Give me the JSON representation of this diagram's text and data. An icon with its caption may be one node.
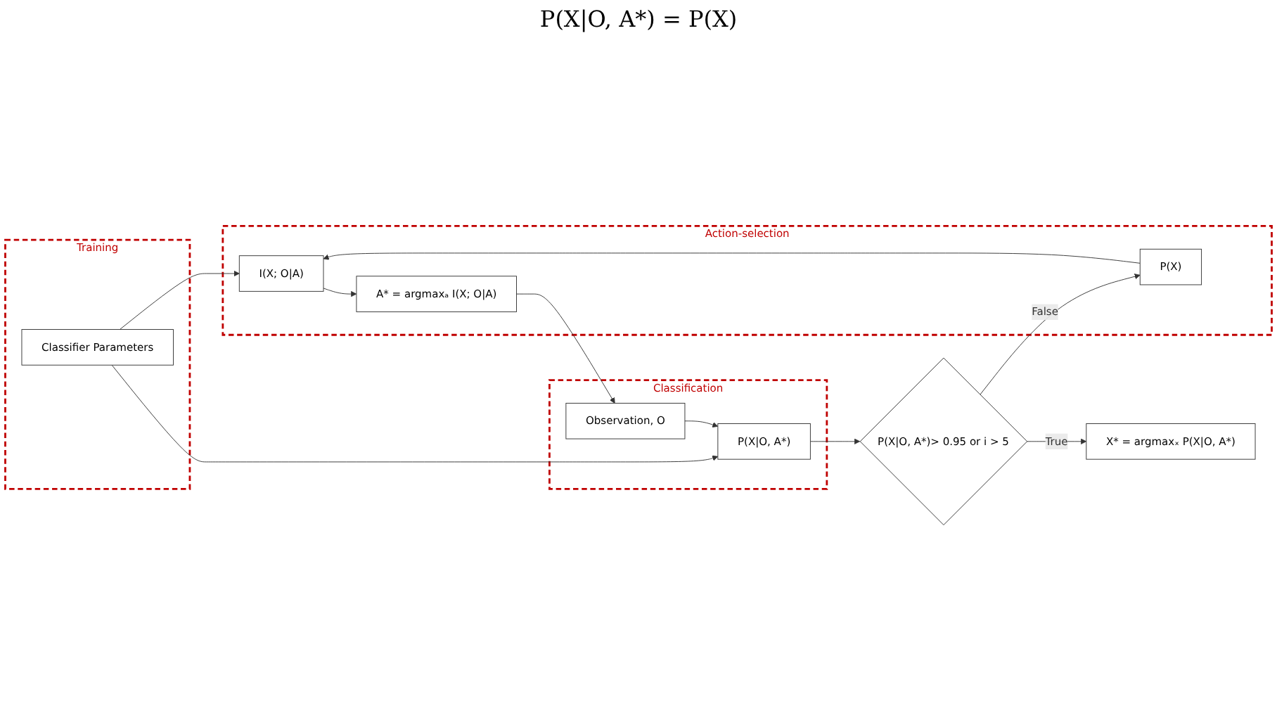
{
  "diagram": {
    "nodes": [
      {
        "text": [
          "Training"
        ]
      },
      {
        "text": [
          "Classifier Parameters"
        ],
        "in": 0
      },
      {
        "text": [
          "Action-selection"
        ]
      },
      {
        "text": [
          "P(X)"
        ],
        "in": 2
      },
      {
        "text": [
          "I(X; O|A)"
        ],
        "in": 2
      },
      {
        "text": [
          "A* = argmaxₐ I(X; O|A)"
        ],
        "in": 2
      },
      {
        "text": [
          "Classification"
        ]
      },
      {
        "text": [
          "Observation, O"
        ],
        "in": 6
      },
      {
        "text": [
          "P(X|O, A*)"
        ],
        "in": 6
      },
      {
        "text": [
          "P(X|O, A*)> 0.95 or i > 5"
        ]
      },
      {
        "text": [
          "X* = argmaxₓ P(X|O, A*)"
        ]
      }
    ],
    "edges": [
      {
        "from": 1,
        "to": 4,
        "arrow": "to"
      },
      {
        "from": 1,
        "to": 8,
        "arrow": "to"
      },
      {
        "from": 3,
        "to": 4,
        "arrow": "to"
      },
      {
        "from": 4,
        "to": 5,
        "arrow": "to"
      },
      {
        "from": 5,
        "to": 7,
        "arrow": "to"
      },
      {
        "from": 7,
        "to": 8,
        "arrow": "to"
      },
      {
        "from": 8,
        "to": 9,
        "arrow": "to"
      },
      {
        "from": 9,
        "to": 3,
        "arrow": "to",
        "label": "False"
      },
      {
        "from": 9,
        "to": 10,
        "arrow": "to",
        "label": "True"
      }
    ],
    "labels": [
      "P(X|O, A*) = P(X)"
    ]
  }
}
